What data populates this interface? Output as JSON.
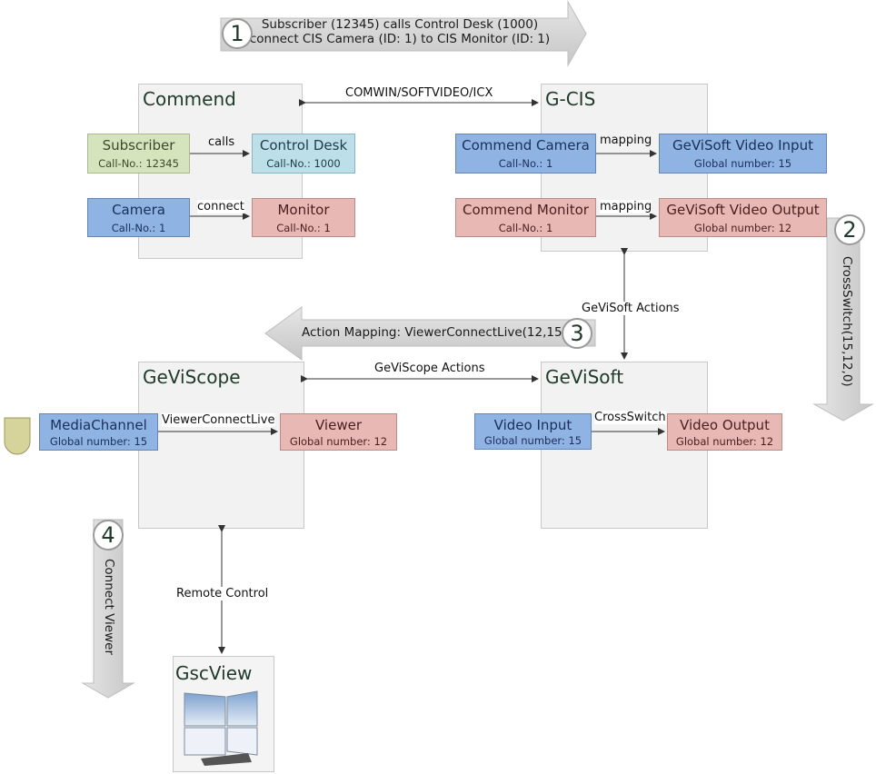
{
  "steps": [
    {
      "number": "1",
      "lines": [
        "Subscriber (12345) calls Control Desk (1000)",
        "connect CIS Camera (ID: 1) to CIS Monitor (ID: 1)"
      ]
    },
    {
      "number": "2",
      "text": "CrossSwitch(15,12,0)"
    },
    {
      "number": "3",
      "text": "Action Mapping: ViewerConnectLive(12,15)"
    },
    {
      "number": "4",
      "text": "Connect Viewer"
    }
  ],
  "panels": {
    "commend": {
      "title": "Commend",
      "subscriber": {
        "title": "Subscriber",
        "sub": "Call-No.: 12345"
      },
      "control_desk": {
        "title": "Control Desk",
        "sub": "Call-No.: 1000"
      },
      "camera": {
        "title": "Camera",
        "sub": "Call-No.: 1"
      },
      "monitor": {
        "title": "Monitor",
        "sub": "Call-No.: 1"
      },
      "calls_label": "calls",
      "connect_label": "connect"
    },
    "gcis": {
      "title": "G-CIS",
      "commend_camera": {
        "title": "Commend Camera",
        "sub": "Call-No.: 1"
      },
      "video_input": {
        "title": "GeViSoft Video Input",
        "sub": "Global number: 15"
      },
      "commend_monitor": {
        "title": "Commend Monitor",
        "sub": "Call-No.: 1"
      },
      "video_output": {
        "title": "GeViSoft Video Output",
        "sub": "Global number: 12"
      },
      "mapping_label_1": "mapping",
      "mapping_label_2": "mapping"
    },
    "geviscope": {
      "title": "GeViScope",
      "media_channel": {
        "title": "MediaChannel",
        "sub": "Global number: 15"
      },
      "viewer": {
        "title": "Viewer",
        "sub": "Global number: 12"
      },
      "viewer_connect_label": "ViewerConnectLive"
    },
    "gevisoft": {
      "title": "GeViSoft",
      "video_input": {
        "title": "Video Input",
        "sub": "Global number: 15"
      },
      "video_output": {
        "title": "Video Output",
        "sub": "Global number: 12"
      },
      "crossswitch_label": "CrossSwitch"
    },
    "gscview": {
      "title": "GscView"
    }
  },
  "links": {
    "comwin": "COMWIN/SOFTVIDEO/ICX",
    "gevisoft_actions": "GeViSoft Actions",
    "geviscope_actions": "GeViScope Actions",
    "remote_control": "Remote Control"
  },
  "colors": {
    "green": "#d6e4bd",
    "cyan": "#bcdfea",
    "blue": "#8fb3e3",
    "pink": "#e8b8b5",
    "panel": "#f2f2f2",
    "step_arrow": "#d4d4d4",
    "camera_icon": "#d6d49a"
  }
}
